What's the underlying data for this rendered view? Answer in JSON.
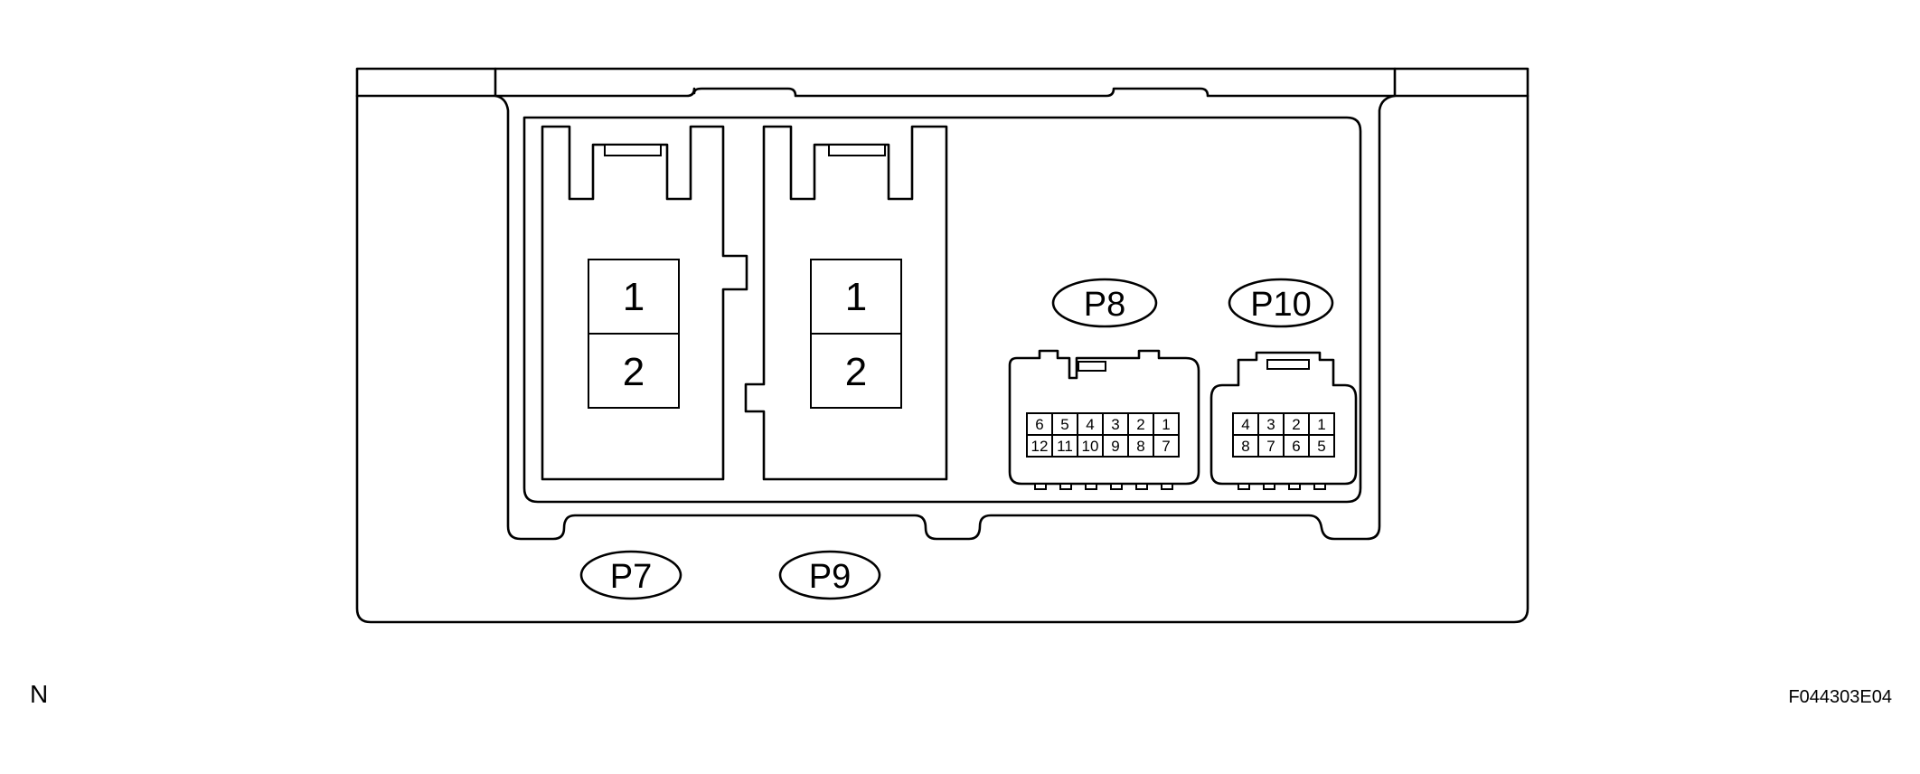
{
  "diagram": {
    "view_label": "N",
    "figure_code": "F044303E04",
    "connectors": {
      "p7": {
        "label": "P7",
        "pins": [
          "1",
          "2"
        ]
      },
      "p9": {
        "label": "P9",
        "pins": [
          "1",
          "2"
        ]
      },
      "p8": {
        "label": "P8",
        "pins_top": [
          "6",
          "5",
          "4",
          "3",
          "2",
          "1"
        ],
        "pins_bottom": [
          "12",
          "11",
          "10",
          "9",
          "8",
          "7"
        ]
      },
      "p10": {
        "label": "P10",
        "pins_top": [
          "4",
          "3",
          "2",
          "1"
        ],
        "pins_bottom": [
          "8",
          "7",
          "6",
          "5"
        ]
      }
    }
  }
}
